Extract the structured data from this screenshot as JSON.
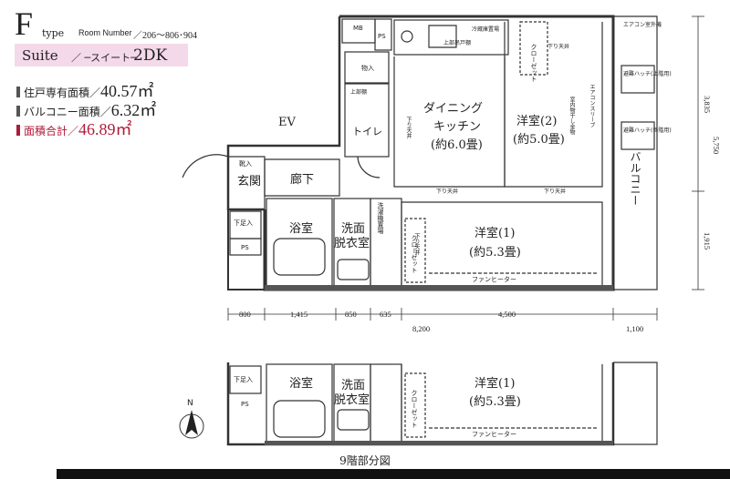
{
  "header": {
    "type_letter": "F",
    "type_word": "type",
    "room_number_label": "Room Number",
    "room_numbers": "／206〜806･904",
    "suite_word": "Suite",
    "suite_sub": "／ ─スイート─",
    "plan": "2DK",
    "accent_color": "#f4d9ea",
    "total_color": "#b01a3a"
  },
  "specs": [
    {
      "label": "住戸専有面積／",
      "value": "40.57㎡"
    },
    {
      "label": "バルコニー面積／",
      "value": "6.32㎡"
    },
    {
      "label": "面積合計／",
      "value": "46.89㎡"
    }
  ],
  "rooms": {
    "mb": "MB",
    "ps": "PS",
    "ev": "EV",
    "storage": "物入",
    "toilet": "トイレ",
    "shoe": "靴入",
    "entrance": "玄関",
    "corridor": "廊下",
    "bath": "浴室",
    "washroom_1": "洗面",
    "washroom_2": "脱衣室",
    "dining_1": "ダイニング",
    "dining_2": "キッチン",
    "dining_3": "(約6.0畳)",
    "western2_1": "洋室(2)",
    "western2_2": "(約5.0畳)",
    "western1_1": "洋室(1)",
    "western1_2": "(約5.3畳)",
    "balcony": "バルコニー",
    "shoe_under": "下足入",
    "closet": "クローゼット",
    "lowered_ceiling": "下り天井",
    "fan_heater": "ファンヒーター",
    "washer": "洗濯機置場",
    "ac_outdoor": "エアコン室外機",
    "hatch_1": "避難ハッチ(上階用)",
    "hatch_2": "避難ハッチ(各階用)",
    "upper_cabinet": "上部吊戸棚",
    "upper_shelf": "上部棚",
    "fridge": "冷蔵庫置場",
    "indoor_dry": "室内物干し金物",
    "ac_sleeve": "エアコンスリーブ"
  },
  "dims_bottom": [
    "800",
    "1,415",
    "850",
    "635",
    "4,500"
  ],
  "dim_total": "8,200",
  "dim_balcony": "1,100",
  "dims_right": [
    "3,835",
    "5,750",
    "1,915"
  ],
  "north": "N",
  "caption": "9階部分図"
}
